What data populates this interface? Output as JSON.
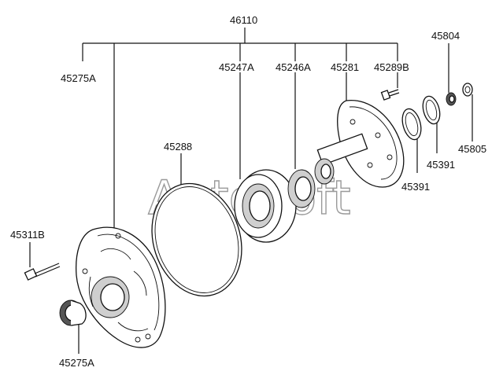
{
  "labels": {
    "assembly": "46110",
    "housing": "45275A",
    "outer_gear": "45247A",
    "inner_gear": "45246A",
    "stator": "45281",
    "bolt_small": "45289B",
    "plug": "45804",
    "oring": "45288",
    "washer": "45805",
    "seal_ring_a": "45391",
    "seal_ring_b": "45391",
    "bolt_long": "45311B",
    "oil_seal": "45275A"
  },
  "watermark": "AutoSoft"
}
